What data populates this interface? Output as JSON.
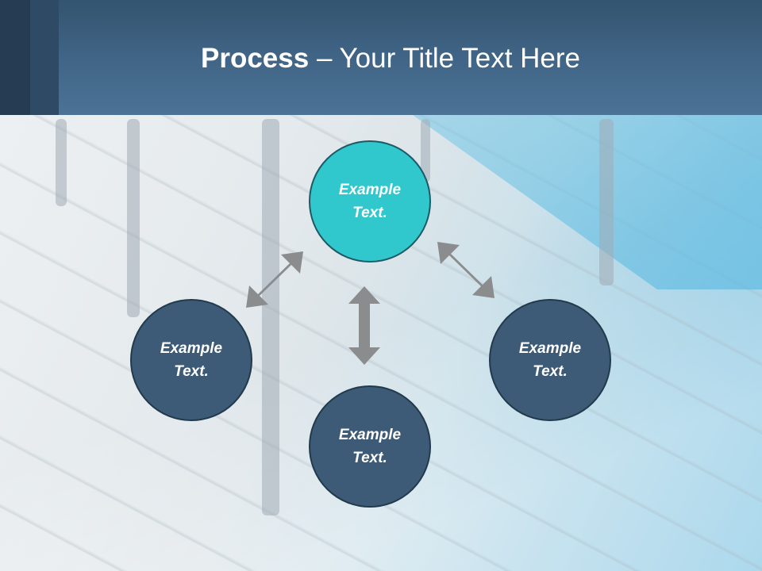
{
  "slide": {
    "title_bold": "Process",
    "title_rest": " – Your Title Text Here"
  },
  "nodes": {
    "top": "Example Text.",
    "left": "Example Text.",
    "right": "Example Text.",
    "bottom": "Example Text."
  },
  "colors": {
    "header": "#4b7396",
    "node_active": "#30c8cc",
    "node": "#3d5b76",
    "arrow": "#8a8c8e"
  }
}
